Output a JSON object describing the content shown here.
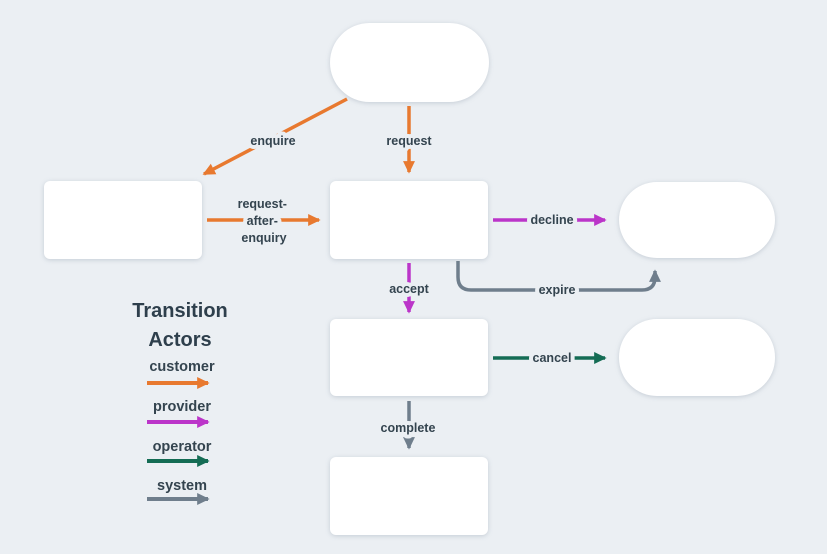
{
  "diagram": {
    "background_color": "#EBEFF3",
    "node_fill": "#FFFFFF",
    "label_color": "#34444F"
  },
  "colors": {
    "customer": "#E8792F",
    "provider": "#BB35C9",
    "operator": "#146C54",
    "system": "#6F7E8C"
  },
  "transitions": {
    "enquire": {
      "label": "enquire",
      "actor": "customer"
    },
    "request": {
      "label": "request",
      "actor": "customer"
    },
    "request_after_enquiry": {
      "lines": [
        "request-",
        "after-",
        "enquiry"
      ],
      "actor": "customer"
    },
    "decline": {
      "label": "decline",
      "actor": "provider"
    },
    "accept": {
      "label": "accept",
      "actor": "provider"
    },
    "expire": {
      "label": "expire",
      "actor": "system"
    },
    "cancel": {
      "label": "cancel",
      "actor": "operator"
    },
    "complete": {
      "label": "complete",
      "actor": "system"
    }
  },
  "legend": {
    "title_lines": [
      "Transition",
      "Actors"
    ],
    "items": [
      {
        "label": "customer",
        "color": "#E8792F"
      },
      {
        "label": "provider",
        "color": "#BB35C9"
      },
      {
        "label": "operator",
        "color": "#146C54"
      },
      {
        "label": "system",
        "color": "#6F7E8C"
      }
    ]
  }
}
